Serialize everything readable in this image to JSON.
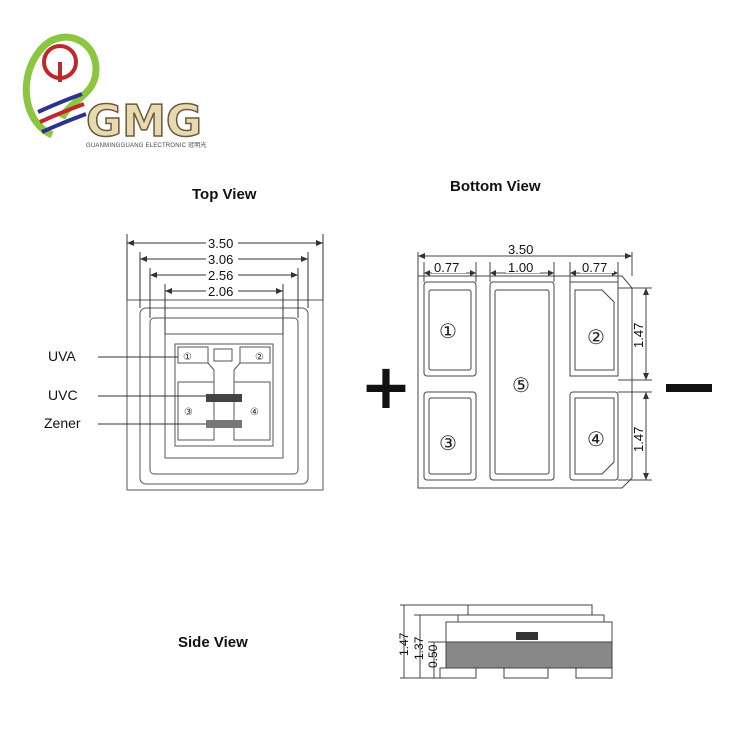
{
  "logo": {
    "brand": "GMG",
    "tagline": "GUANMINGGUANG ELECTRONIC 冠明光",
    "colors": {
      "green": "#8cc63f",
      "red": "#c1272d",
      "blue": "#2e3192",
      "gold": "#b8860b"
    }
  },
  "views": {
    "top": {
      "title": "Top View",
      "dims": [
        "3.50",
        "3.06",
        "2.56",
        "2.06"
      ],
      "callouts": [
        "UVA",
        "UVC",
        "Zener"
      ],
      "pads": [
        "①",
        "②",
        "③",
        "④"
      ]
    },
    "bottom": {
      "title": "Bottom View",
      "overall": "3.50",
      "dims": [
        "0.77",
        "1.00",
        "0.77"
      ],
      "heights": [
        "1.47",
        "1.47"
      ],
      "pads": [
        "①",
        "②",
        "③",
        "④",
        "⑤"
      ],
      "plus": "+",
      "minus": "−"
    },
    "side": {
      "title": "Side View",
      "dims": [
        "1.47",
        "1.37",
        "0.50"
      ]
    }
  }
}
